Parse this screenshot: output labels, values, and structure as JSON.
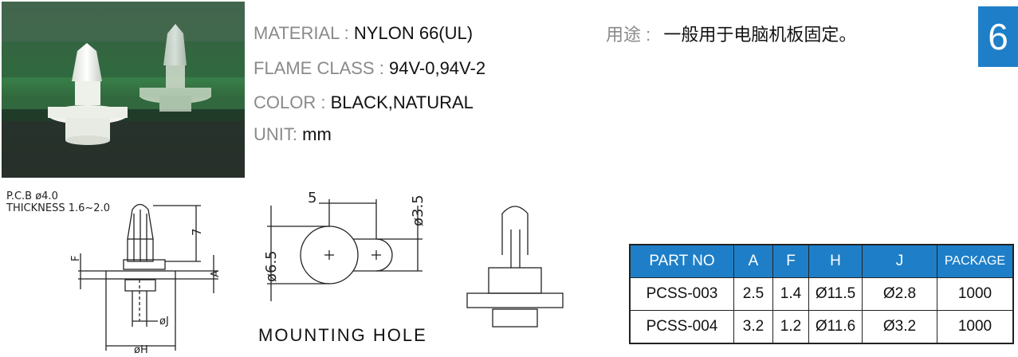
{
  "specs": {
    "material_label": "MATERIAL :",
    "material_value": "NYLON 66(UL)",
    "flame_label": "FLAME CLASS :",
    "flame_value": "94V-0,94V-2",
    "color_label": "COLOR :",
    "color_value": "BLACK,NATURAL",
    "unit_label": "UNIT:",
    "unit_value": "mm"
  },
  "usage": {
    "label": "用途 :",
    "value": "一般用于电脑机板固定。"
  },
  "badge": "6",
  "drawing": {
    "pcb_line1": "P.C.B  ø4.0",
    "pcb_line2": "THICKNESS  1.6~2.0",
    "dim_7": "7",
    "dim_f": "F",
    "dim_a": "A",
    "dim_j": "øJ",
    "dim_h": "øH",
    "dim_5": "5",
    "dim_35": "ø3.5",
    "dim_65": "ø6.5",
    "mounting_hole": "MOUNTING  HOLE"
  },
  "table": {
    "headers": [
      "PART NO",
      "A",
      "F",
      "H",
      "J",
      "PACKAGE"
    ],
    "rows": [
      [
        "PCSS-003",
        "2.5",
        "1.4",
        "Ø11.5",
        "Ø2.8",
        "1000"
      ],
      [
        "PCSS-004",
        "3.2",
        "1.2",
        "Ø11.6",
        "Ø3.2",
        "1000"
      ]
    ]
  }
}
